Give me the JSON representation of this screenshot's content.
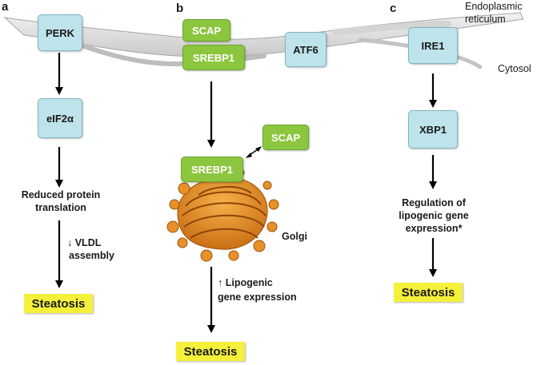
{
  "panels": {
    "a": {
      "letter": "a",
      "nodes": {
        "perk": "PERK",
        "eif2a": "eIF2α"
      },
      "text_reduced": "Reduced protein translation",
      "text_vldl_arrow": "↓ VLDL",
      "text_vldl_word": "assembly",
      "steatosis": "Steatosis"
    },
    "b": {
      "letter": "b",
      "nodes": {
        "scap_top": "SCAP",
        "srebp1_top": "SREBP1",
        "atf6": "ATF6",
        "scap_side": "SCAP",
        "srebp1_golgi": "SREBP1"
      },
      "golgi_label": "Golgi",
      "text_lipogenic_1": "↑ Lipogenic",
      "text_lipogenic_2": "gene expression",
      "steatosis": "Steatosis"
    },
    "c": {
      "letter": "c",
      "nodes": {
        "ire1": "IRE1",
        "xbp1": "XBP1"
      },
      "text_regulation": "Regulation of lipogenic gene expression*",
      "steatosis": "Steatosis"
    }
  },
  "labels": {
    "er": "Endoplasmic reticulum",
    "cytosol": "Cytosol"
  },
  "colors": {
    "node_blue": "#bfe3ea",
    "node_green": "#8cc63f",
    "steatosis_yellow": "#f5f03a",
    "golgi_orange": "#e08a1e"
  }
}
